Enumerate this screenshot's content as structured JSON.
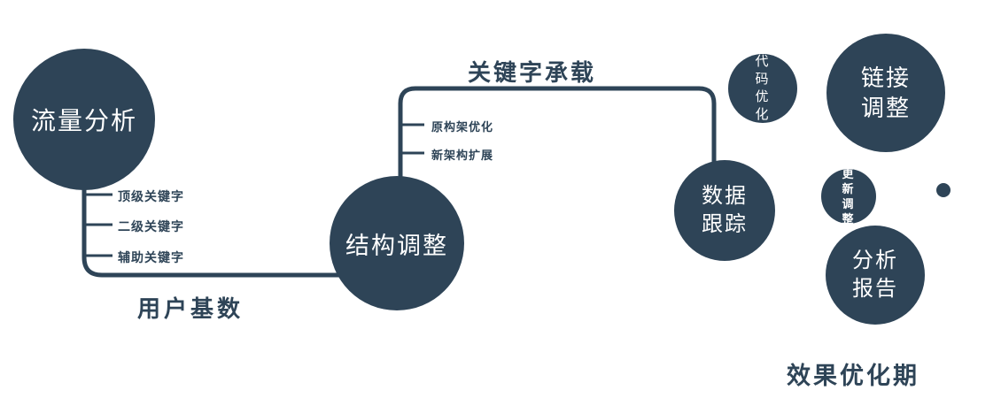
{
  "colors": {
    "primary": "#2e4457",
    "text_on_dark": "#ffffff"
  },
  "nodes": {
    "traffic": "流量分析",
    "structure": "结构调整",
    "tracking": "数据跟踪",
    "code": "代码优化",
    "link": "链接调整",
    "update": "更新调整",
    "report": "分析报告"
  },
  "edges": {
    "user_base": "用户基数",
    "keyword_carry": "关键字承载"
  },
  "branches": {
    "traffic": [
      "顶级关键字",
      "二级关键字",
      "辅助关键字"
    ],
    "structure": [
      "原构架优化",
      "新架构扩展"
    ]
  },
  "caption": "效果优化期"
}
